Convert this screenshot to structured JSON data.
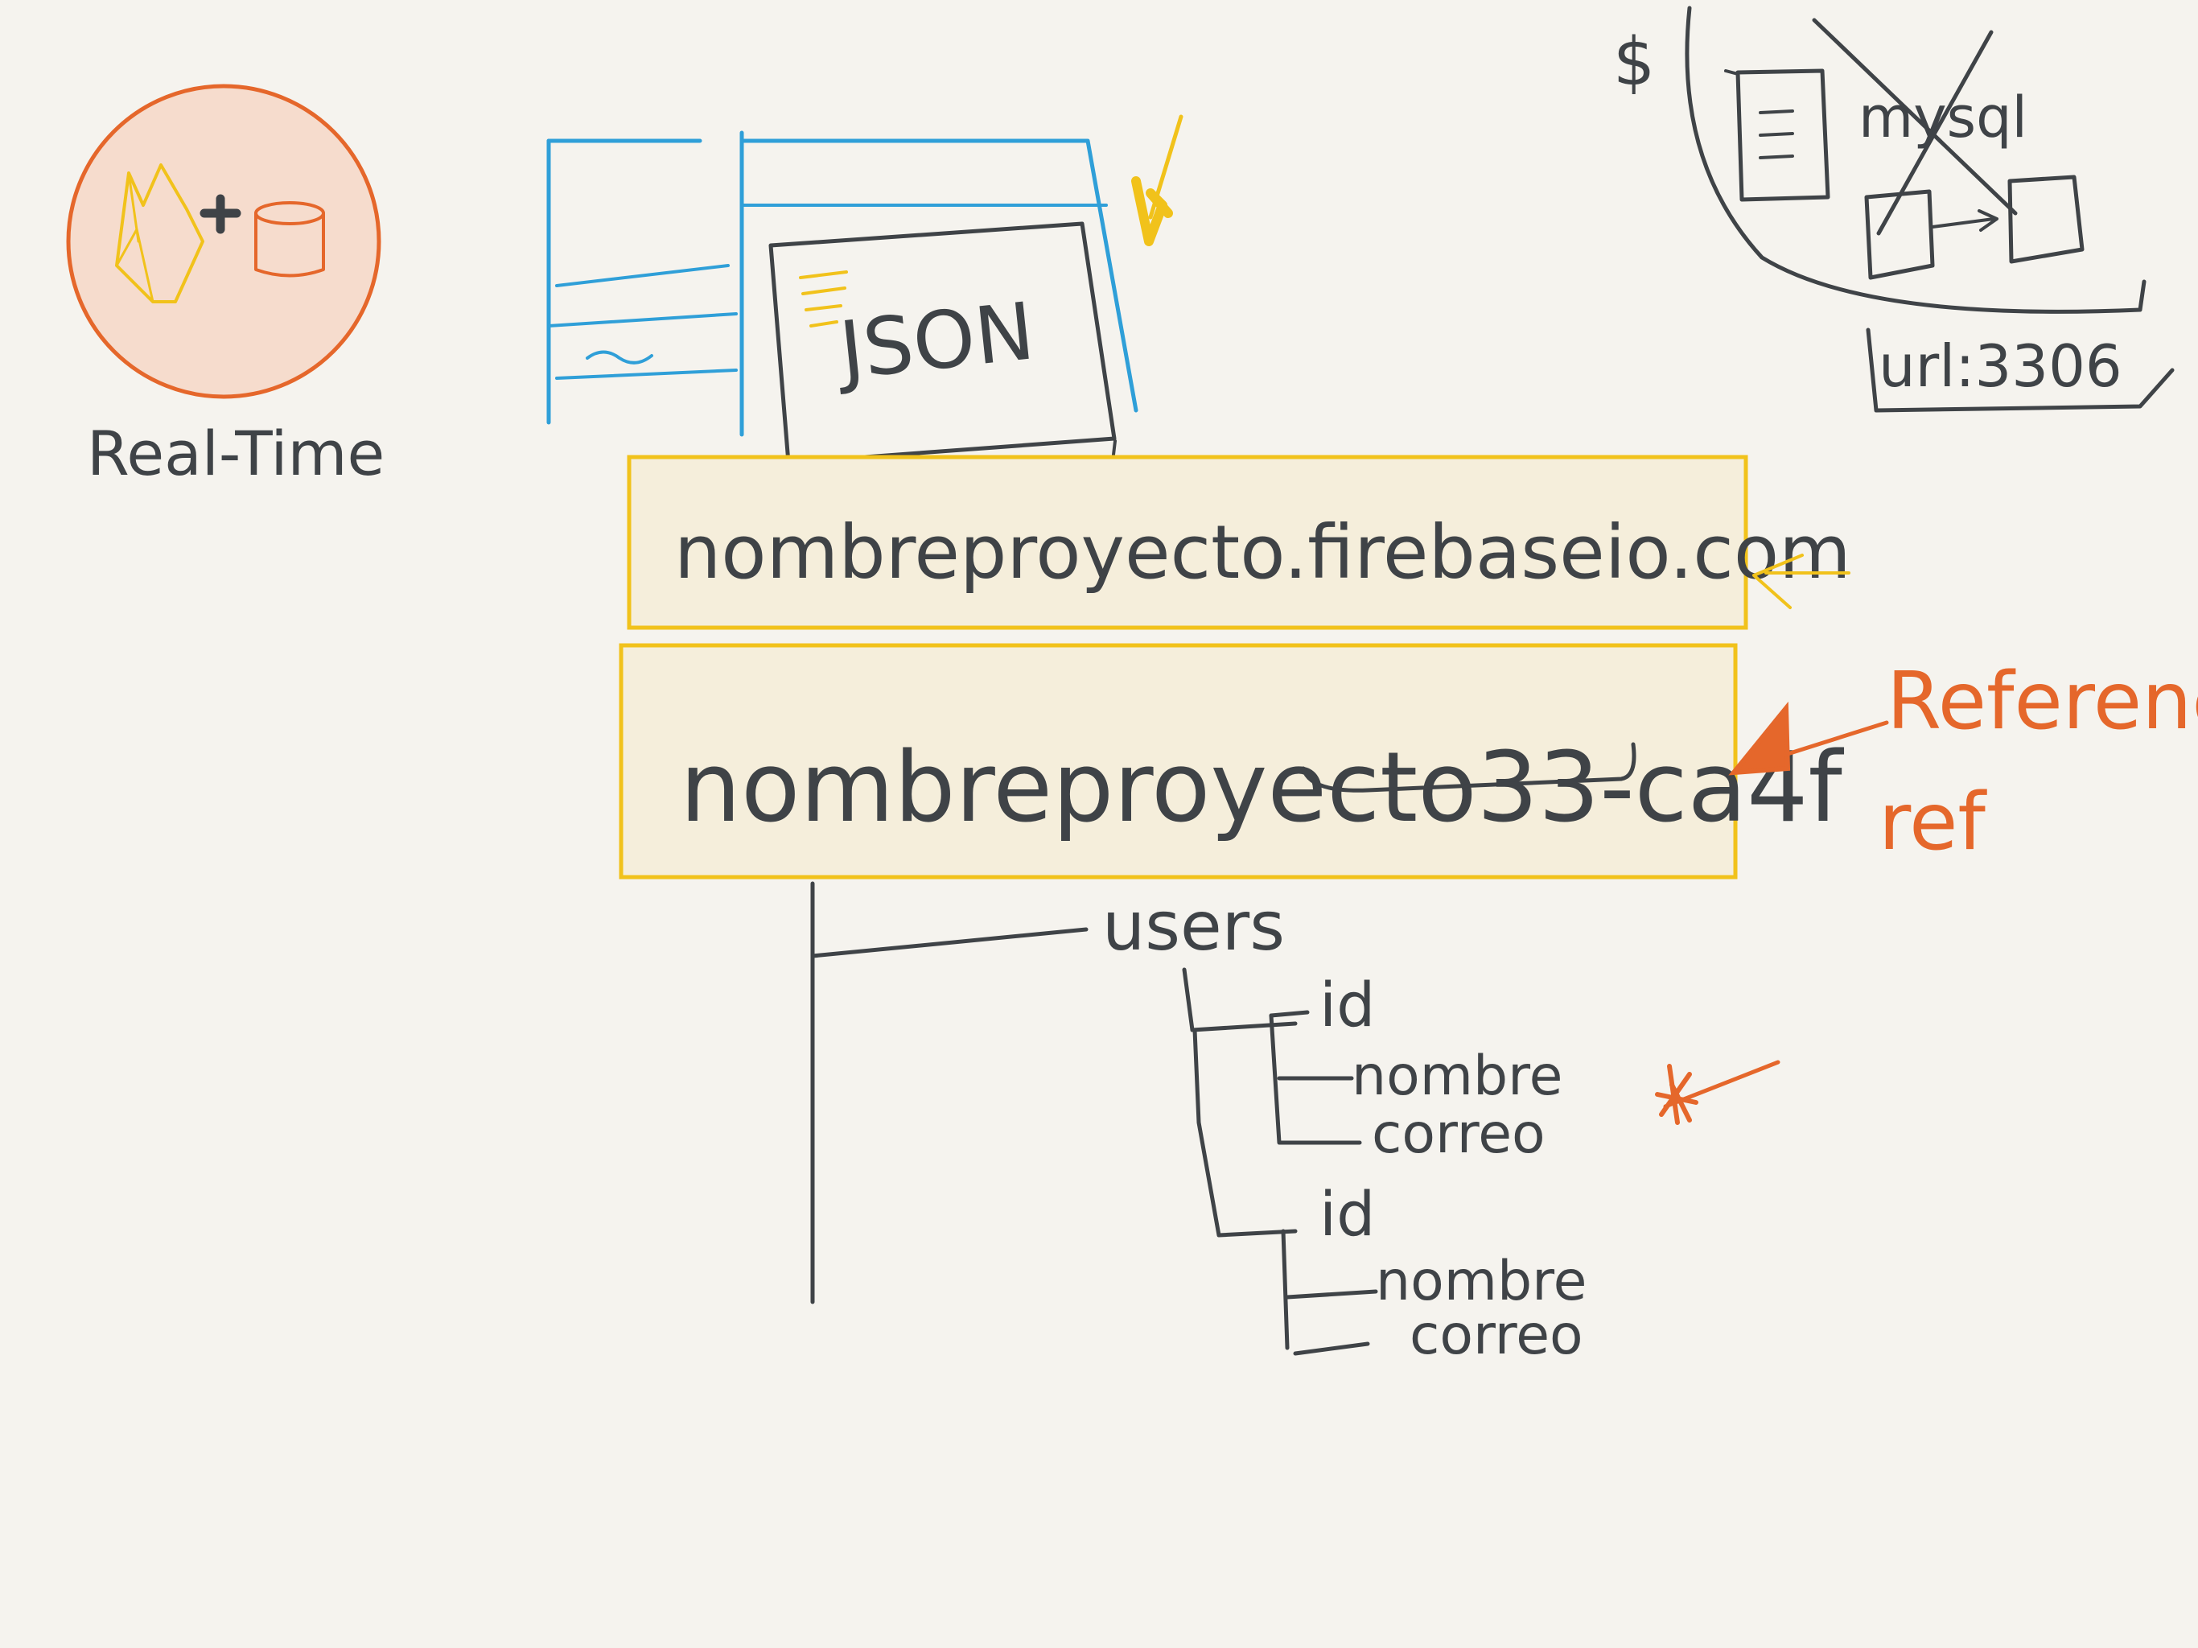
{
  "colors": {
    "background": "#f5f3ee",
    "ink": "#3f4347",
    "blue": "#2f9fd8",
    "yellow": "#f1c21b",
    "yellow_fill": "#f5eedb",
    "orange": "#e5672b",
    "circle_fill": "#f6dccd"
  },
  "labels": {
    "realtime": "Real-Time",
    "json": "JSON",
    "dollar": "$",
    "mysql": "mysql",
    "url": "url:3306",
    "host_box": "nombreproyecto.firebaseio.com",
    "ref_box": "nombreproyecto33-ca4f",
    "referencia": "Referencia",
    "ref": "ref"
  },
  "tree": {
    "root": "users",
    "children": [
      {
        "key": "id",
        "fields": [
          "nombre",
          "correo"
        ]
      },
      {
        "key": "id",
        "fields": [
          "nombre",
          "correo"
        ]
      }
    ]
  },
  "icons": {
    "firebase": "flame-icon",
    "database": "database-icon",
    "plus": "plus-icon",
    "document": "document-icon"
  }
}
